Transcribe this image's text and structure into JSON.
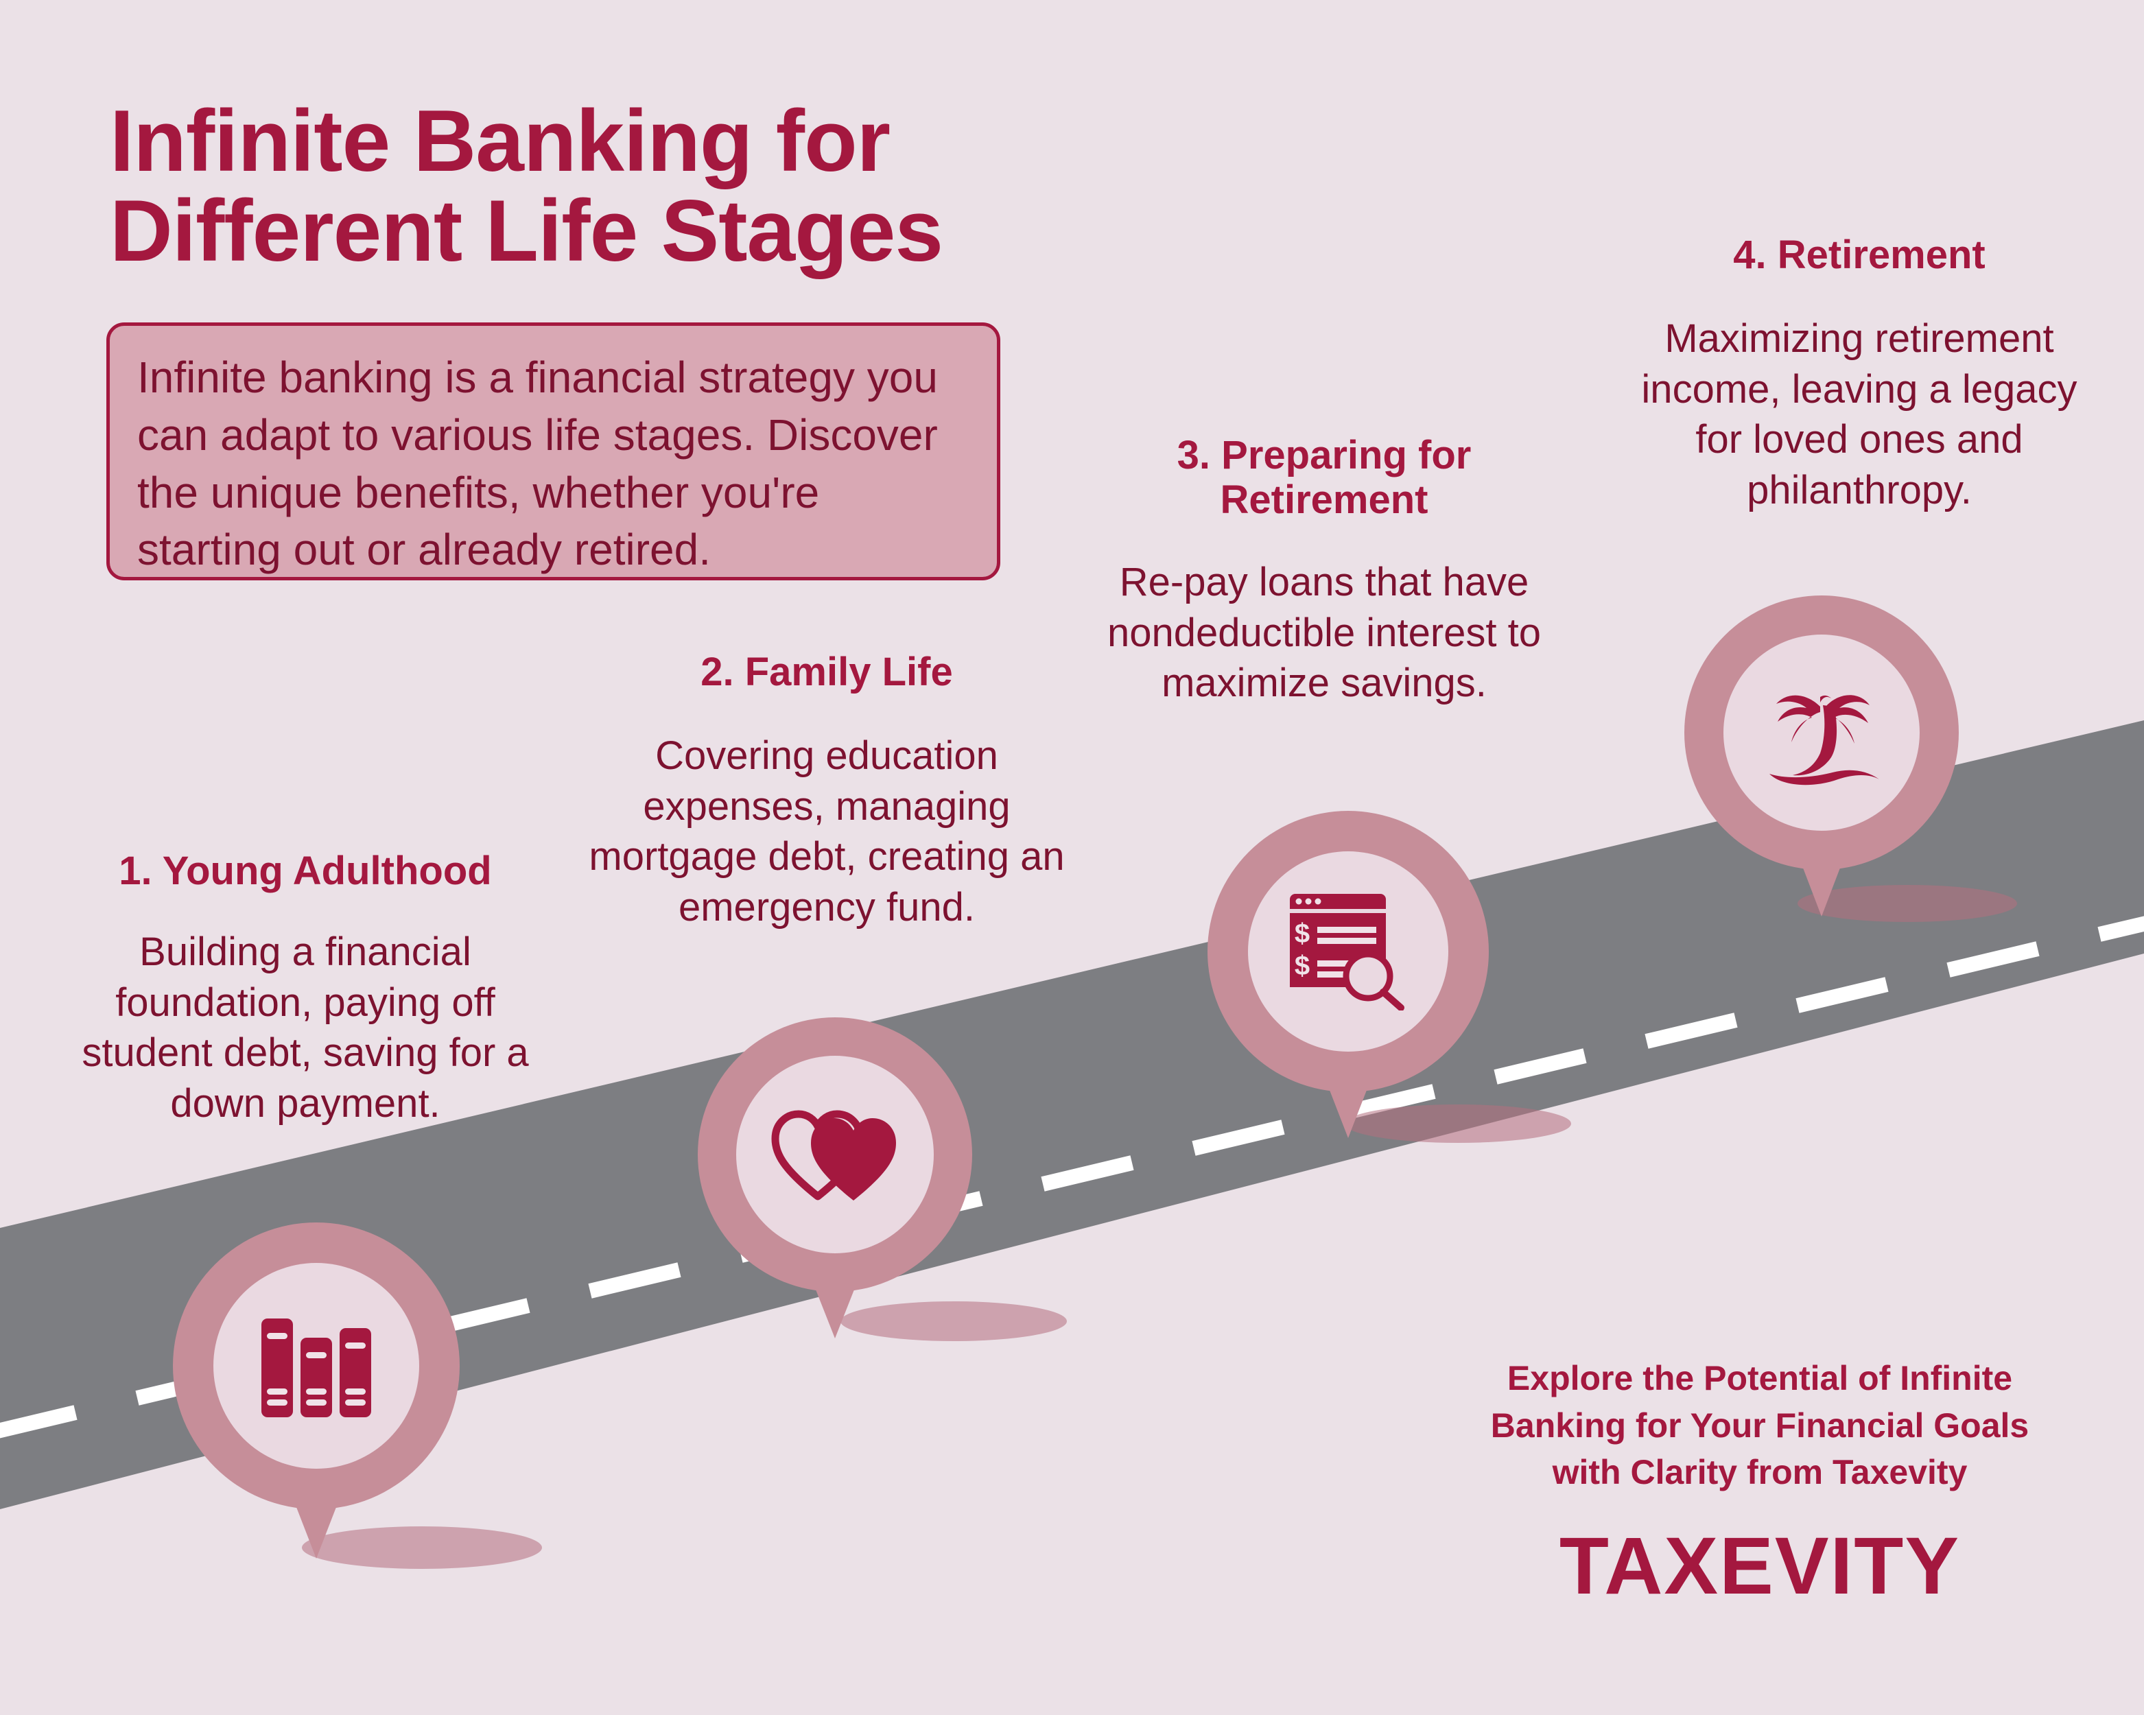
{
  "background_color": "#ebe1e7",
  "accent_color": "#a4183f",
  "body_text_color": "#7d1230",
  "road_color": "#7d7e82",
  "pin_ring_color": "#c68e99",
  "pin_inner_color": "#ead9e1",
  "intro_box_fill": "#d9a8b4",
  "headline": {
    "line1": "Infinite Banking for",
    "line2": "Different Life Stages"
  },
  "intro": {
    "text": "Infinite banking is a financial strategy you can adapt to various life stages. Discover the unique benefits, whether you're starting out or already retired."
  },
  "stages": [
    {
      "id": "young-adulthood",
      "title": "1. Young Adulthood",
      "body": "Building a financial foundation, paying off student debt, saving for a down payment.",
      "icon": "books-icon"
    },
    {
      "id": "family-life",
      "title": "2. Family Life",
      "body": "Covering education expenses, managing mortgage debt, creating an emergency fund.",
      "icon": "two-hearts-icon"
    },
    {
      "id": "preparing-for-retirement",
      "title": "3. Preparing for Retirement",
      "body": "Re-pay loans that have nondeductible interest to maximize savings.",
      "icon": "invoice-search-icon"
    },
    {
      "id": "retirement",
      "title": "4. Retirement",
      "body": "Maximizing retirement income, leaving a legacy for loved ones and philanthropy.",
      "icon": "palm-tree-icon"
    }
  ],
  "footer": {
    "cta_line1": "Explore the Potential of Infinite",
    "cta_line2": "Banking for Your Financial Goals",
    "cta_line3": "with Clarity from Taxevity",
    "brand": "TAXEVITY"
  }
}
